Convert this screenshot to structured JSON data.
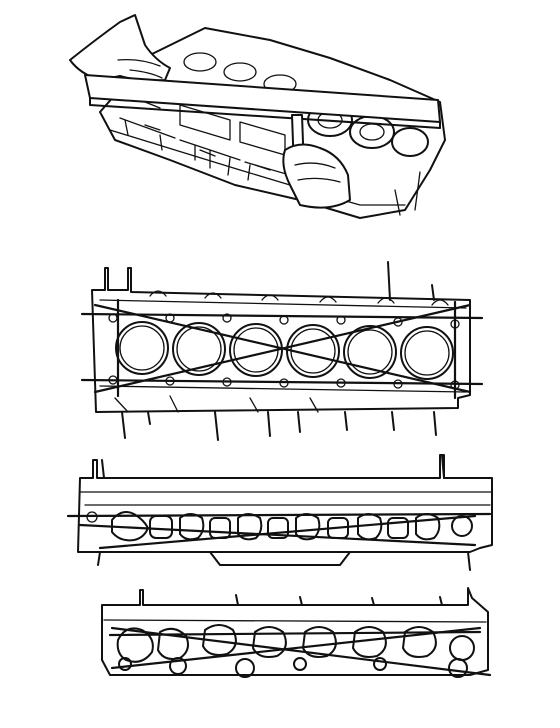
{
  "figure": {
    "views": [
      {
        "id": "straightedge-and-feeler-gauge-view"
      },
      {
        "id": "cylinder-head-gasket-surface-view"
      },
      {
        "id": "intake-manifold-surface-view"
      },
      {
        "id": "exhaust-manifold-surface-view"
      }
    ],
    "colors": {
      "ink": "#111111",
      "paper": "#ffffff"
    }
  }
}
